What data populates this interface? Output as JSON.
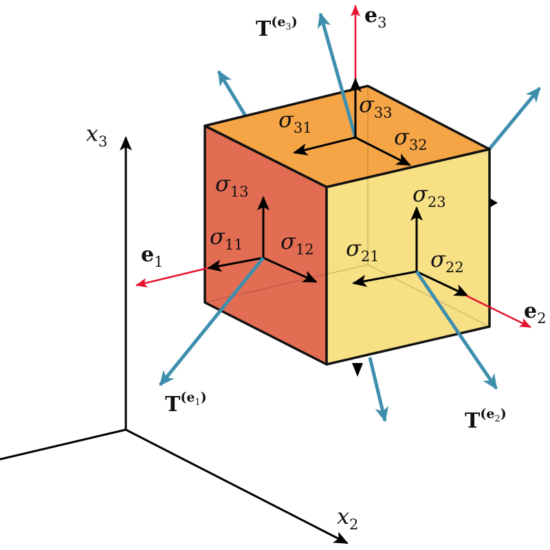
{
  "colors": {
    "left_face": "#E2654A",
    "right_face": "#F8DE7E",
    "top_face": "#F5A03C",
    "traction": "#3E8EAD",
    "basis": "#E8112D",
    "stress": "#000000"
  },
  "axes": {
    "x3": {
      "sym": "x",
      "sub": "3"
    },
    "x2": {
      "sym": "x",
      "sub": "2"
    }
  },
  "stress": {
    "s11": {
      "sym": "σ",
      "sub": "11"
    },
    "s12": {
      "sym": "σ",
      "sub": "12"
    },
    "s13": {
      "sym": "σ",
      "sub": "13"
    },
    "s21": {
      "sym": "σ",
      "sub": "21"
    },
    "s22": {
      "sym": "σ",
      "sub": "22"
    },
    "s23": {
      "sym": "σ",
      "sub": "23"
    },
    "s31": {
      "sym": "σ",
      "sub": "31"
    },
    "s32": {
      "sym": "σ",
      "sub": "32"
    },
    "s33": {
      "sym": "σ",
      "sub": "33"
    }
  },
  "basis": {
    "e1": {
      "sym": "e",
      "sub": "1"
    },
    "e2": {
      "sym": "e",
      "sub": "2"
    },
    "e3": {
      "sym": "e",
      "sub": "3"
    }
  },
  "traction": {
    "t1": {
      "sym": "T",
      "sup": "(e",
      "sub": "1",
      ")": ")",
      "close": ")"
    },
    "t2": {
      "sym": "T",
      "sup": "(e",
      "sub": "2",
      "close": ")"
    },
    "t3": {
      "sym": "T",
      "sup": "(e",
      "sub": "3",
      "close": ")"
    }
  }
}
